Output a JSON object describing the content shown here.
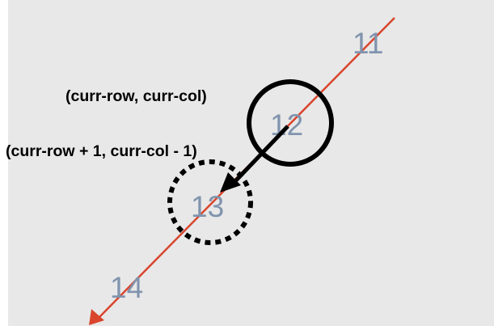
{
  "diagram": {
    "numbers": [
      "11",
      "12",
      "13",
      "14"
    ],
    "labels": {
      "current": "(curr-row, curr-col)",
      "next": "(curr-row + 1, curr-col - 1)"
    },
    "colors": {
      "background": "#e8e8e8",
      "diagonal_line": "#d9452d",
      "numbers": "#8094ae",
      "circle": "#000000",
      "move_arrow": "#000000"
    },
    "current_circle_style": "solid",
    "next_circle_style": "dotted"
  }
}
